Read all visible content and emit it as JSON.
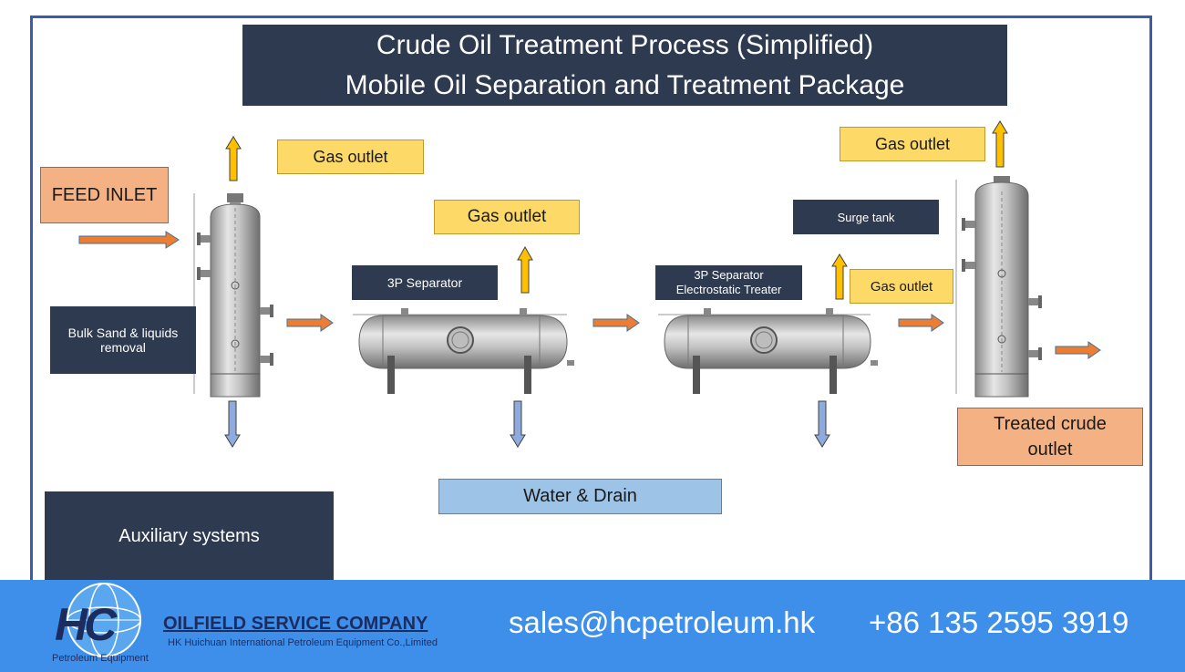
{
  "title": {
    "line1": "Crude Oil Treatment Process (Simplified)",
    "line2": "Mobile Oil Separation and Treatment Package"
  },
  "labels": {
    "feed_inlet": "FEED INLET",
    "gas_outlet_1": "Gas outlet",
    "gas_outlet_2": "Gas outlet",
    "gas_outlet_3": "Gas outlet",
    "gas_outlet_4": "Gas outlet",
    "bulk_sand": "Bulk Sand & liquids removal",
    "separator_3p": "3P Separator",
    "electrostatic_line1": "3P Separator",
    "electrostatic_line2": "Electrostatic Treater",
    "surge_tank": "Surge tank",
    "treated_crude": "Treated crude outlet",
    "water_drain": "Water & Drain",
    "auxiliary": "Auxiliary systems"
  },
  "footer": {
    "logo_letters": "HC",
    "logo_caption": "Petroleum Equipment",
    "company": "OILFIELD SERVICE COMPANY",
    "company_full": "HK Huichuan International Petroleum Equipment Co.,Limited",
    "email": "sales@hcpetroleum.hk",
    "phone": "+86 135 2595 3919"
  },
  "colors": {
    "dark_box": "#2d3a4f",
    "gas_box": "#fdd967",
    "peach_box": "#f4b183",
    "water_box": "#9dc3e6",
    "flow_arrow": "#ed7d31",
    "gas_arrow": "#ffc000",
    "drain_arrow": "#8faadc",
    "footer_bar": "#3e8fea",
    "frame": "#3c5ba8"
  }
}
